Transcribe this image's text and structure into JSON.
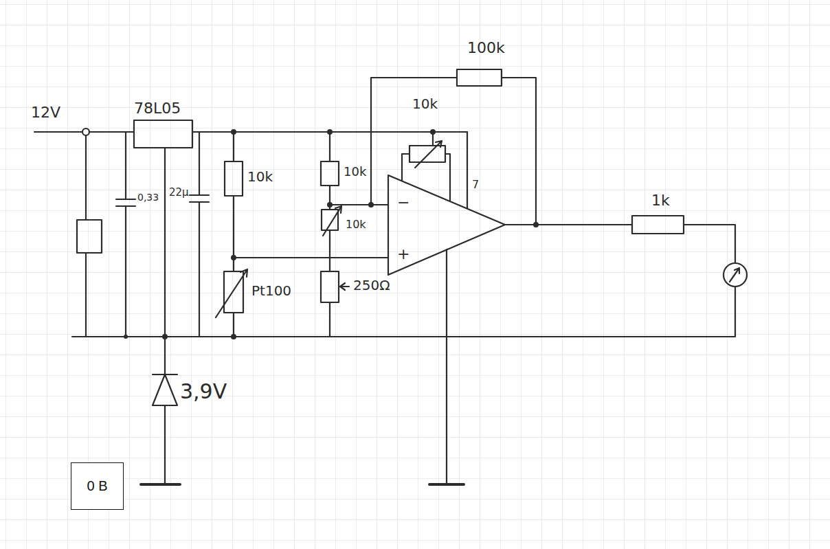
{
  "diagram": {
    "nodes": [
      {
        "text": [
          "0 B"
        ]
      }
    ],
    "labels": [
      "100k",
      "12V",
      "78L05",
      "10k",
      "10k",
      "0,33",
      "22µ",
      "10k",
      "10k",
      "7",
      "−",
      "+",
      "1k",
      "Pt100",
      "250Ω",
      "3,9V"
    ]
  }
}
